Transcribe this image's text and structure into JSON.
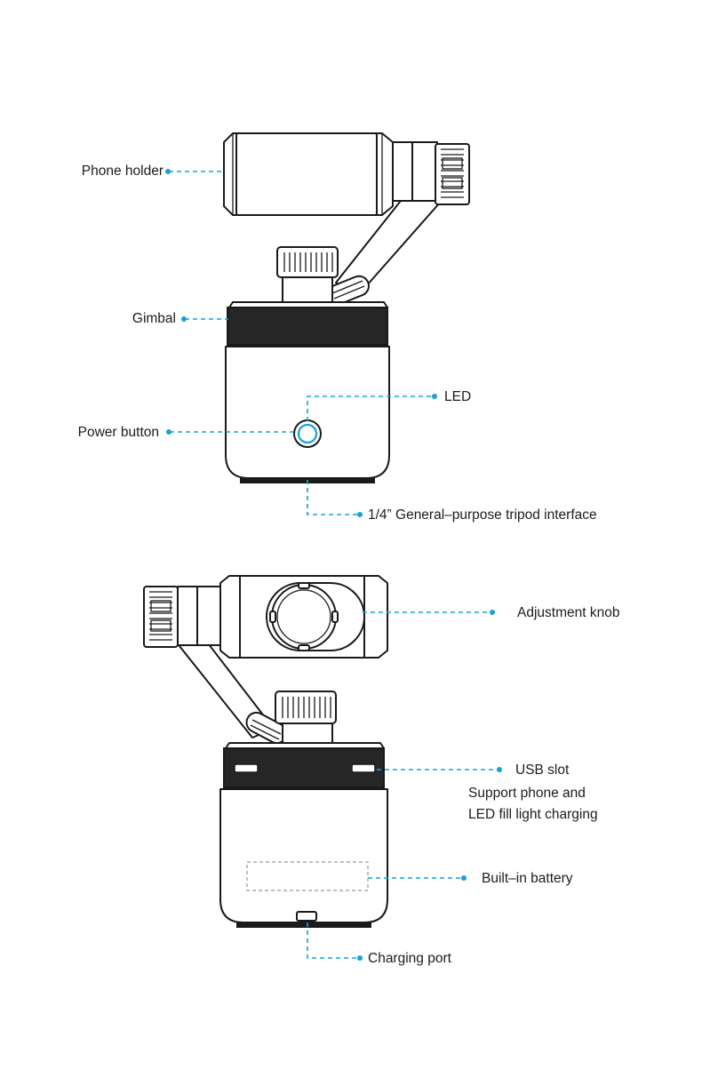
{
  "top_view": {
    "phone_holder": "Phone holder",
    "gimbal": "Gimbal",
    "led": "LED",
    "power_button": "Power button",
    "tripod_interface": "1/4” General–purpose tripod interface"
  },
  "bottom_view": {
    "adjustment_knob": "Adjustment knob",
    "usb_slot": "USB slot",
    "usb_note_line1": "Support phone and",
    "usb_note_line2": "LED fill light charging",
    "built_in_battery": "Built–in battery",
    "charging_port": "Charging port"
  },
  "colors": {
    "leader": "#1aa0d8",
    "outline": "#1a1a1a",
    "band": "#262626",
    "button_ring": "#1aa0d8"
  }
}
